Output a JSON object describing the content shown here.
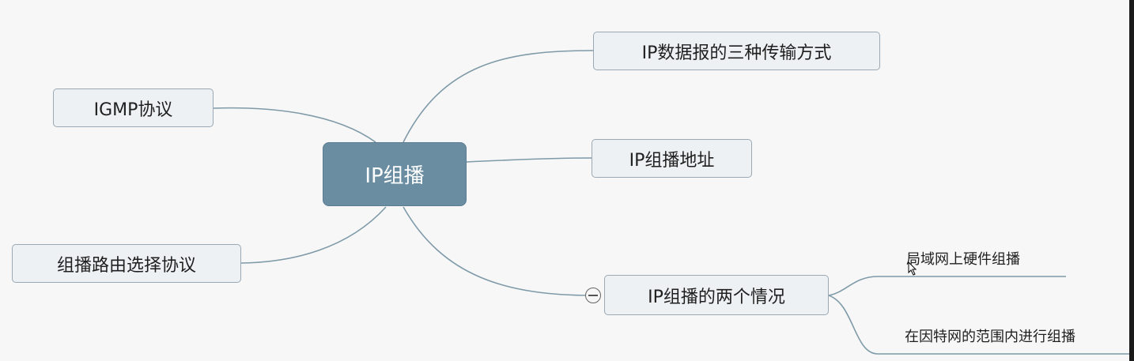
{
  "mindmap": {
    "root": "IP组播",
    "branches": [
      {
        "id": "ip-datagram-transmission",
        "label": "IP数据报的三种传输方式"
      },
      {
        "id": "ip-multicast-address",
        "label": "IP组播地址"
      },
      {
        "id": "ip-multicast-two-cases",
        "label": "IP组播的两个情况",
        "children": [
          "局域网上硬件组播",
          "在因特网的范围内进行组播"
        ]
      },
      {
        "id": "igmp-protocol",
        "label": "IGMP协议"
      },
      {
        "id": "multicast-routing-protocol",
        "label": "组播路由选择协议"
      }
    ]
  },
  "colors": {
    "root_fill": "#6a8da2",
    "node_fill": "#eef1f3",
    "node_border": "#9aa9b4",
    "connector": "#7f9aa8",
    "background": "#f7f7f7"
  }
}
